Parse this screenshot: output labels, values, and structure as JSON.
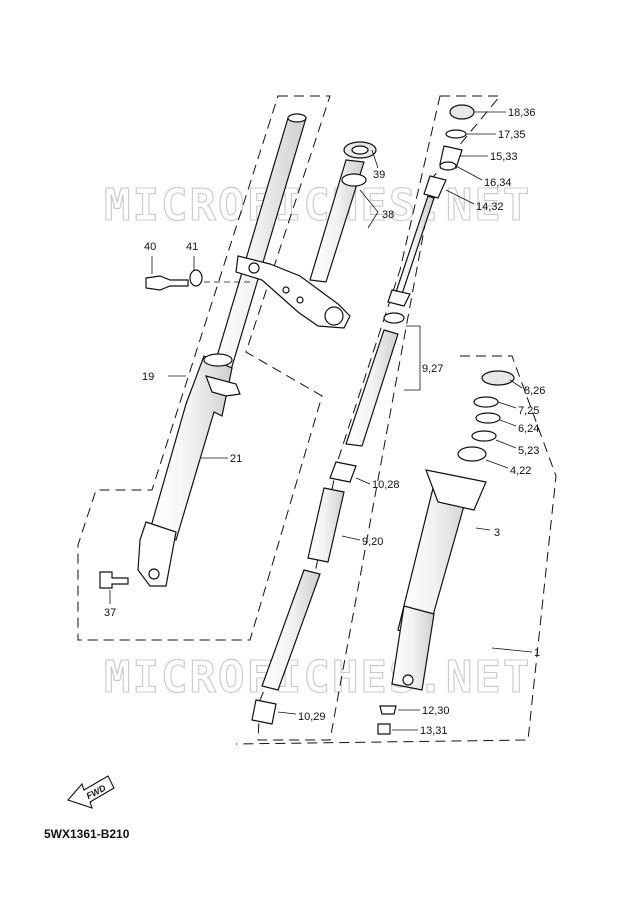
{
  "diagram_code": "5WX1361-B210",
  "watermark": "MICROFICHES.NET",
  "direction_label": "FWD",
  "callouts": {
    "c_18_36": "18,36",
    "c_17_35": "17,35",
    "c_15_33": "15,33",
    "c_16_34": "16,34",
    "c_14_32": "14,32",
    "c_39": "39",
    "c_38": "38",
    "c_40": "40",
    "c_41": "41",
    "c_19": "19",
    "c_21": "21",
    "c_37": "37",
    "c_9_27": "9,27",
    "c_8_26": "8,26",
    "c_7_25": "7,25",
    "c_6_24": "6,24",
    "c_5_23": "5,23",
    "c_4_22": "4,22",
    "c_10_28": "10,28",
    "c_3": "3",
    "c_9_20": "9,20",
    "c_1": "1",
    "c_10_29": "10,29",
    "c_12_30": "12,30",
    "c_13_31": "13,31"
  }
}
